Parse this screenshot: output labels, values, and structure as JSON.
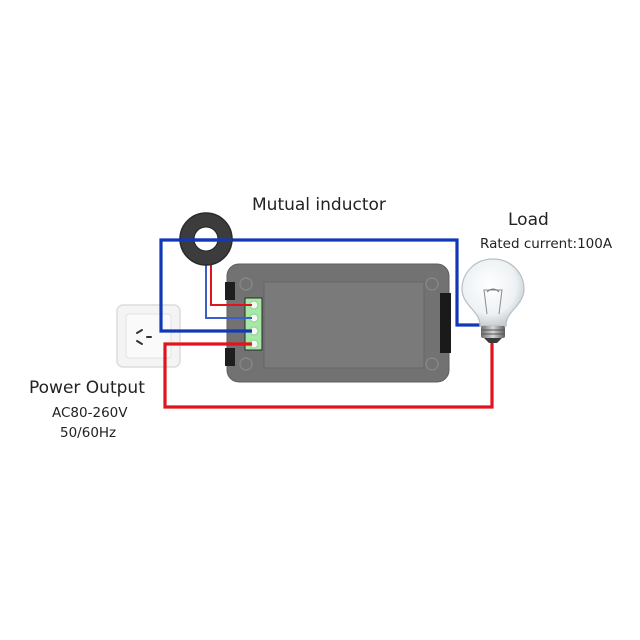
{
  "diagram": {
    "type": "wiring-diagram",
    "colors": {
      "live_wire": "#e0141e",
      "neutral_wire": "#1238b8",
      "sense_wire_blue": "#3a5fc8",
      "meter_body": "#6e6e6e",
      "meter_border": "#8a8a8a",
      "terminal_block": "#9be39b",
      "ct_ring": "#3c3c3c",
      "socket_plate": "#f2f2f2"
    }
  },
  "labels": {
    "mutual_inductor": "Mutual inductor",
    "load": "Load",
    "load_rating": "Rated current:100A",
    "power_output": "Power Output",
    "power_voltage": "AC80-260V",
    "power_frequency": "50/60Hz"
  },
  "components": {
    "ct": "current-transformer",
    "meter": "power-meter",
    "socket": "power-socket",
    "bulb": "light-bulb"
  }
}
